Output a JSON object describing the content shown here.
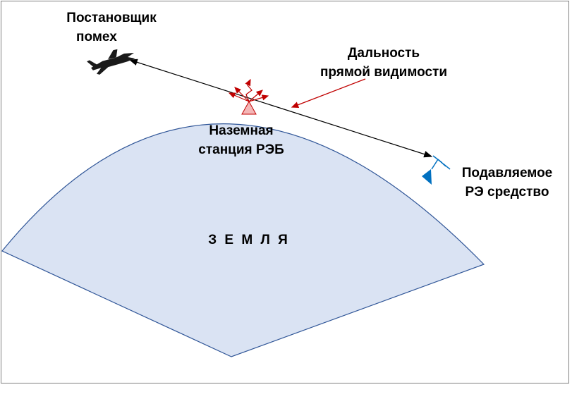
{
  "labels": {
    "jammer_line1": "Постановщик",
    "jammer_line2": "помех",
    "los_line1": "Дальность",
    "los_line2": "прямой видимости",
    "station_line1": "Наземная",
    "station_line2": "станция РЭБ",
    "target_line1": "Подавляемое",
    "target_line2": "РЭ средство",
    "earth": "З Е М Л Я"
  },
  "colors": {
    "earth_fill": "#dae3f3",
    "earth_stroke": "#2f5597",
    "station_fill": "#f4b6b6",
    "station_stroke": "#c00000",
    "arrow_red": "#c00000",
    "target_blue": "#0070c0",
    "line": "#000000"
  },
  "icons": {
    "jammer": "jet-aircraft-icon",
    "station": "triangle-antenna-icon",
    "target": "radar-antenna-icon"
  }
}
